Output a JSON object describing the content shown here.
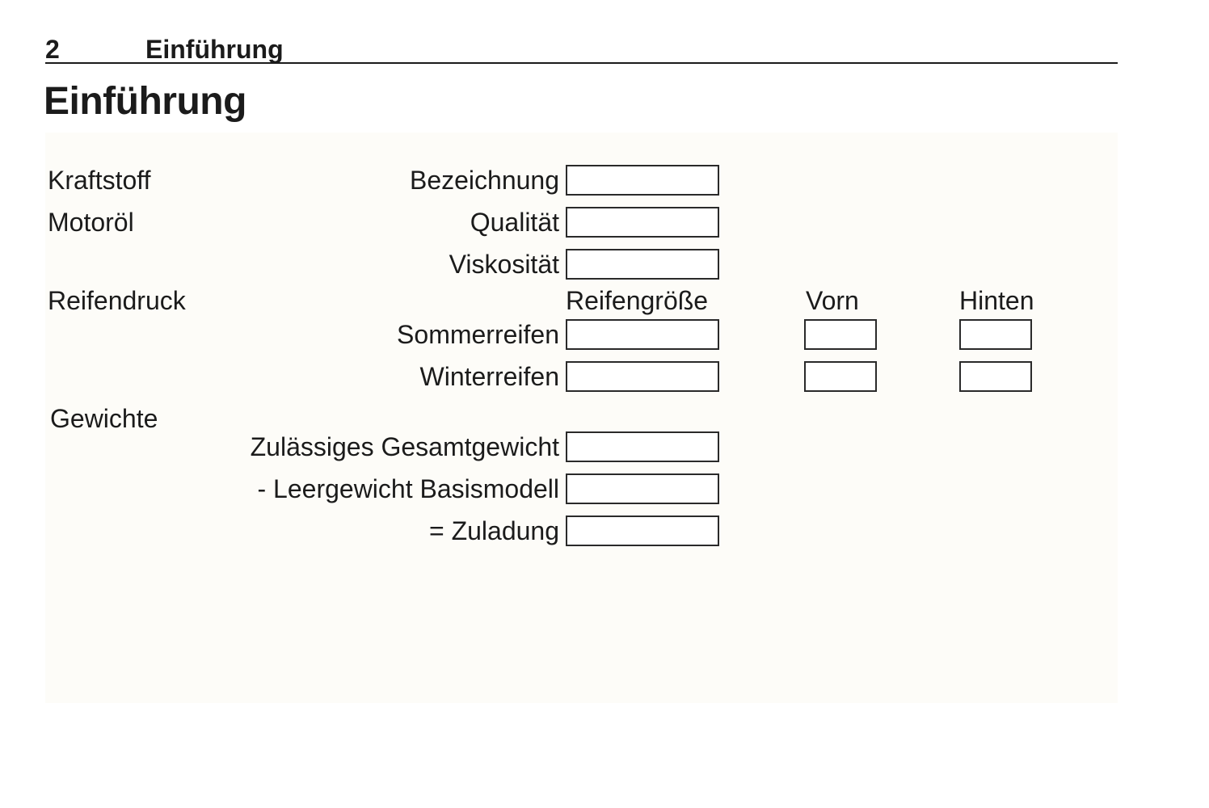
{
  "header": {
    "page_number": "2",
    "chapter_title": "Einführung"
  },
  "title": "Einführung",
  "form": {
    "fuel_section_label": "Kraftstoff",
    "oil_section_label": "Motoröl",
    "tire_section_label": "Reifendruck",
    "weights_section_label": "Gewichte",
    "fields": {
      "bezeichnung": {
        "label": "Bezeichnung",
        "value": ""
      },
      "qualitaet": {
        "label": "Qualität",
        "value": ""
      },
      "viskositaet": {
        "label": "Viskosität",
        "value": ""
      }
    },
    "tire_columns": {
      "size": "Reifengröße",
      "front": "Vorn",
      "rear": "Hinten"
    },
    "tire_rows": [
      {
        "label": "Sommerreifen",
        "size_value": "",
        "front_value": "",
        "rear_value": ""
      },
      {
        "label": "Winterreifen",
        "size_value": "",
        "front_value": "",
        "rear_value": ""
      }
    ],
    "weight_rows": [
      {
        "label": "Zulässiges Gesamtgewicht",
        "value": ""
      },
      {
        "label": "- Leergewicht Basismodell",
        "value": ""
      },
      {
        "label": "= Zuladung",
        "value": ""
      }
    ]
  },
  "colors": {
    "panel_background": "#fdfcf8",
    "box_border": "#2a2a2a",
    "text": "#1b1b1b"
  }
}
